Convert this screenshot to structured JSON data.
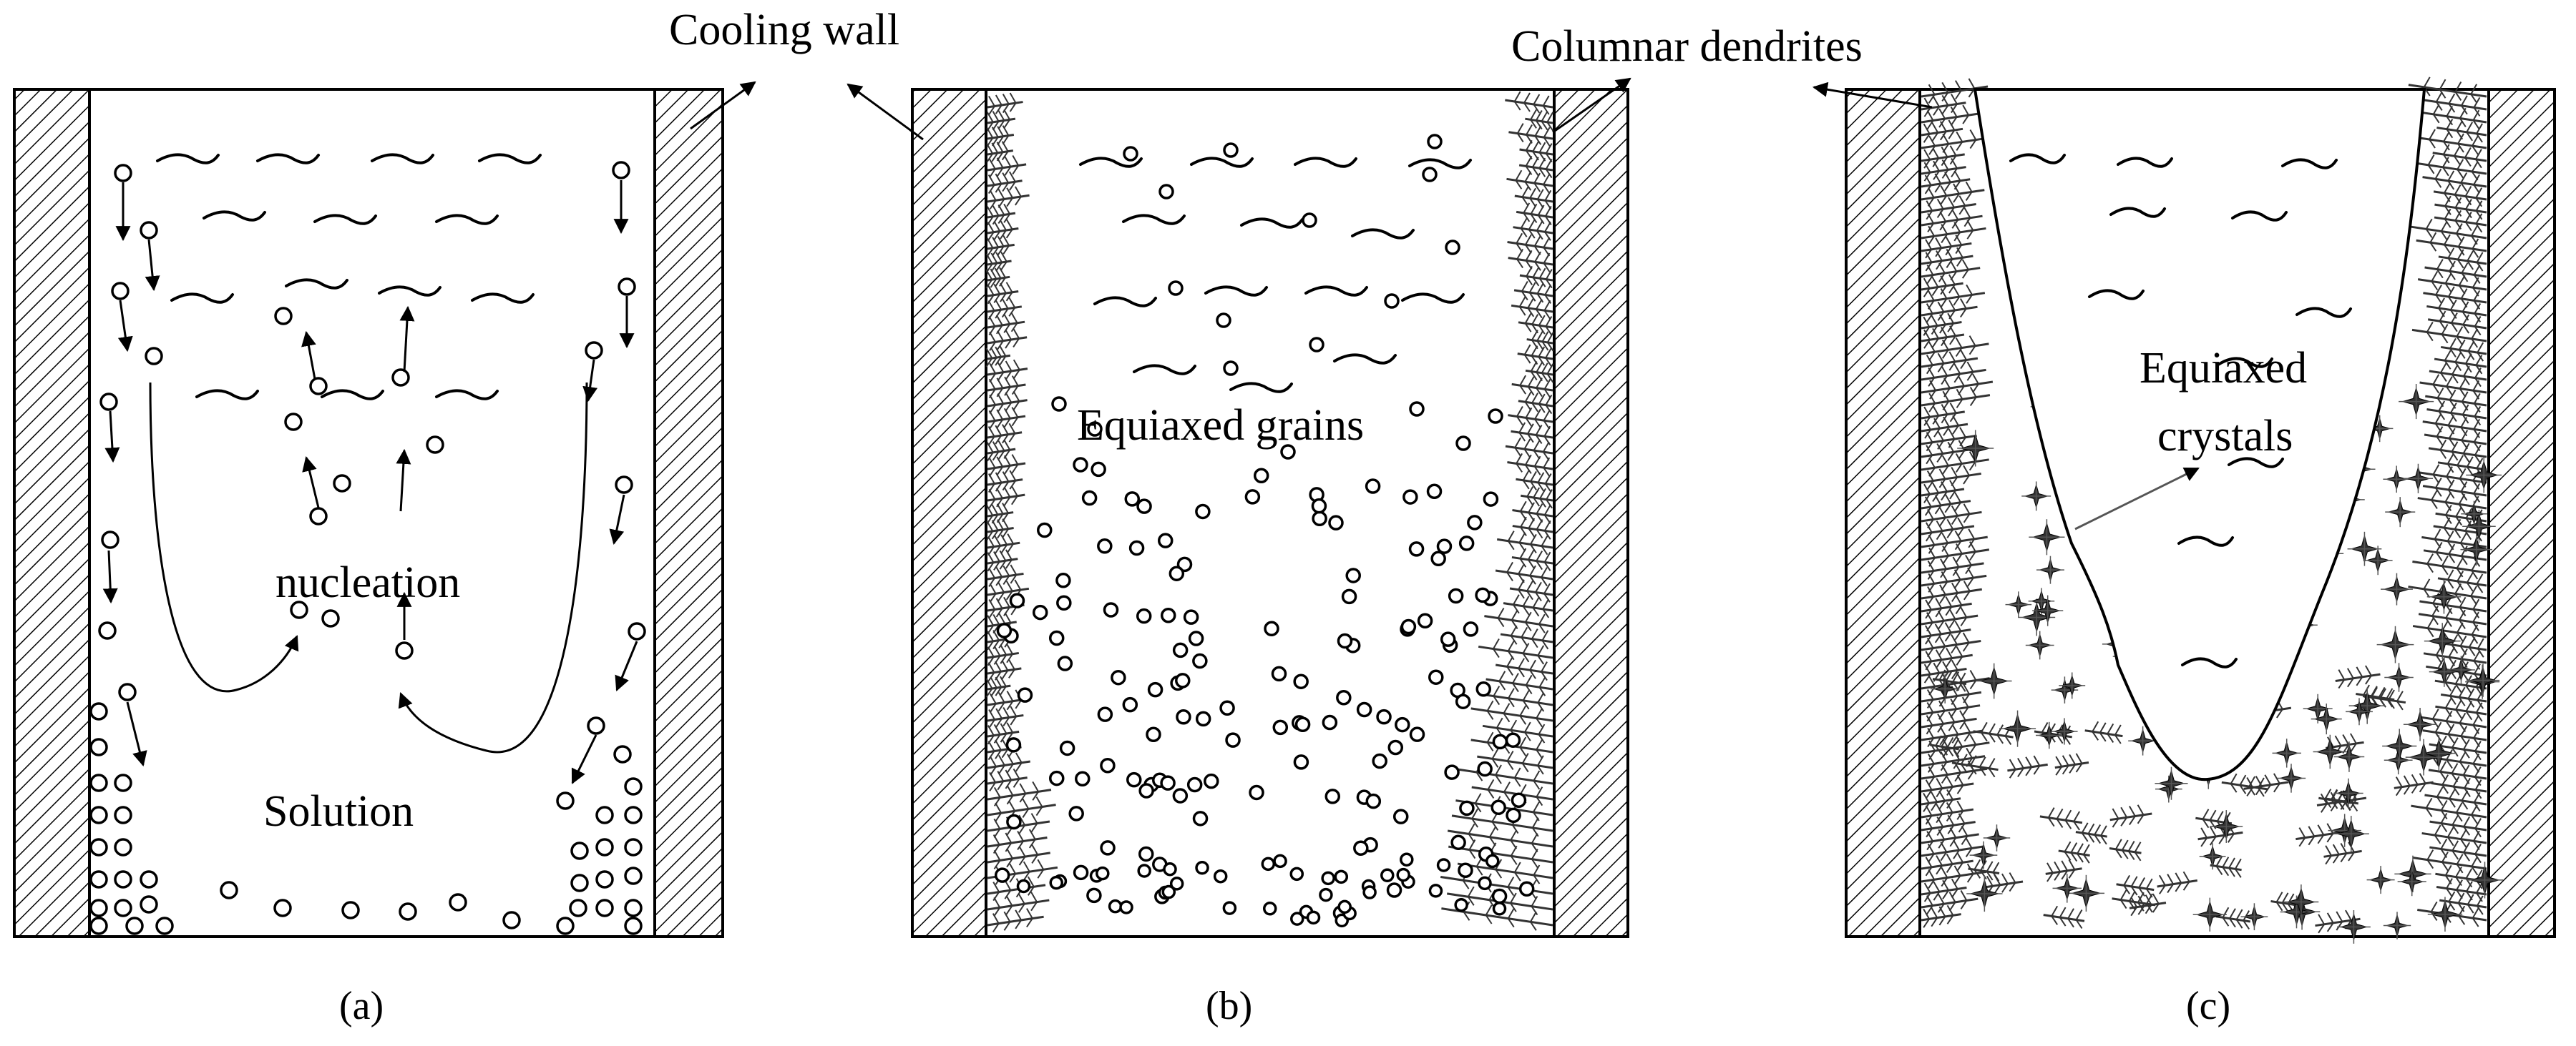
{
  "callouts": {
    "cooling_wall": "Cooling wall",
    "columnar_dendrites": "Columnar dendrites"
  },
  "panel_a": {
    "label_nucleation": "nucleation",
    "label_solution": "Solution",
    "caption": "(a)"
  },
  "panel_b": {
    "label_equiaxed_grains": "Equiaxed grains",
    "caption": "(b)"
  },
  "panel_c": {
    "label_equiaxed_line1": "Equiaxed",
    "label_equiaxed_line2": "crystals",
    "caption": "(c)"
  },
  "colors": {
    "ink": "#000000",
    "background": "#ffffff",
    "dendrite": "#333333"
  }
}
